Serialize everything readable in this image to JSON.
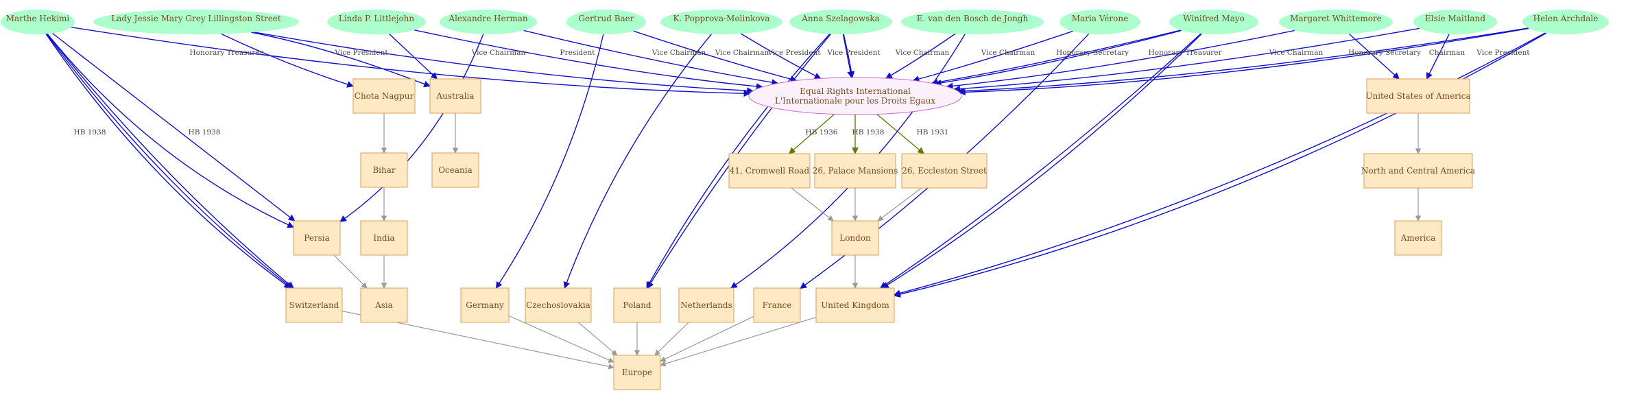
{
  "colors": {
    "person_fill": "#aaffcc",
    "org_fill": "#fdf0fd",
    "org_stroke": "#cc66cc",
    "place_fill": "#ffe9c5",
    "place_stroke": "#d9a05a",
    "person_edge": "#1010cc",
    "address_edge": "#667700",
    "place_edge": "#999999",
    "text": "#7a4a1a",
    "label": "#444444"
  },
  "organization": {
    "id": "eri",
    "lines": [
      "Equal Rights International",
      "L'Internationale pour les Droits Egaux"
    ]
  },
  "people": [
    {
      "id": "hekimi",
      "name": "Marthe Hekimi"
    },
    {
      "id": "street",
      "name": "Lady Jessie Mary Grey Lillingston Street"
    },
    {
      "id": "littlejohn",
      "name": "Linda P. Littlejohn"
    },
    {
      "id": "herman",
      "name": "Alexandre Herman"
    },
    {
      "id": "baer",
      "name": "Gertrud Baer"
    },
    {
      "id": "popprova",
      "name": "K. Popprova-Molinkova"
    },
    {
      "id": "szelagowska",
      "name": "Anna Szelagowska"
    },
    {
      "id": "bosch",
      "name": "E. van den Bosch de Jongh"
    },
    {
      "id": "verone",
      "name": "Maria Vérone"
    },
    {
      "id": "mayo",
      "name": "Winifred Mayo"
    },
    {
      "id": "whittemore",
      "name": "Margaret Whittemore"
    },
    {
      "id": "maitland",
      "name": "Elsie Maitland"
    },
    {
      "id": "archdale",
      "name": "Helen Archdale"
    }
  ],
  "places": [
    {
      "id": "chota",
      "name": "Chota Nagpur"
    },
    {
      "id": "australia",
      "name": "Australia"
    },
    {
      "id": "bihar",
      "name": "Bihar"
    },
    {
      "id": "oceania",
      "name": "Oceania"
    },
    {
      "id": "persia",
      "name": "Persia"
    },
    {
      "id": "india",
      "name": "India"
    },
    {
      "id": "switzerland",
      "name": "Switzerland"
    },
    {
      "id": "asia",
      "name": "Asia"
    },
    {
      "id": "germany",
      "name": "Germany"
    },
    {
      "id": "czech",
      "name": "Czechoslovakia"
    },
    {
      "id": "poland",
      "name": "Poland"
    },
    {
      "id": "netherlands",
      "name": "Netherlands"
    },
    {
      "id": "france",
      "name": "France"
    },
    {
      "id": "uk",
      "name": "United Kingdom"
    },
    {
      "id": "europe",
      "name": "Europe"
    },
    {
      "id": "cromwell",
      "name": "41, Cromwell Road"
    },
    {
      "id": "palace",
      "name": "26, Palace Mansions"
    },
    {
      "id": "eccleston",
      "name": "26, Eccleston Street"
    },
    {
      "id": "london",
      "name": "London"
    },
    {
      "id": "usa",
      "name": "United States of America"
    },
    {
      "id": "nca",
      "name": "North and Central America"
    },
    {
      "id": "america",
      "name": "America"
    }
  ],
  "edges": [
    {
      "from": "hekimi",
      "to": "eri",
      "label": "Honorary Treasurer",
      "kind": "person"
    },
    {
      "from": "street",
      "to": "eri",
      "label": "Vice President",
      "kind": "person"
    },
    {
      "from": "littlejohn",
      "to": "eri",
      "label": "Vice Chairman",
      "kind": "person"
    },
    {
      "from": "herman",
      "to": "eri",
      "label": "President",
      "kind": "person"
    },
    {
      "from": "baer",
      "to": "eri",
      "label": "Vice Chairman",
      "kind": "person"
    },
    {
      "from": "popprova",
      "to": "eri",
      "label": "Vice Chairman",
      "kind": "person"
    },
    {
      "from": "szelagowska",
      "to": "eri",
      "label": "Vice President",
      "kind": "person"
    },
    {
      "from": "szelagowska",
      "to": "eri",
      "label": "Vice President",
      "kind": "person"
    },
    {
      "from": "bosch",
      "to": "eri",
      "label": "Vice Chairman",
      "kind": "person"
    },
    {
      "from": "verone",
      "to": "eri",
      "label": "Vice Chairman",
      "kind": "person"
    },
    {
      "from": "mayo",
      "to": "eri",
      "label": "Honorary Secretary",
      "kind": "person"
    },
    {
      "from": "mayo",
      "to": "eri",
      "label": "Honorary Treasurer",
      "kind": "person"
    },
    {
      "from": "whittemore",
      "to": "eri",
      "label": "Vice Chairman",
      "kind": "person"
    },
    {
      "from": "maitland",
      "to": "eri",
      "label": "Honorary Secretary",
      "kind": "person"
    },
    {
      "from": "archdale",
      "to": "eri",
      "label": "Chairman",
      "kind": "person"
    },
    {
      "from": "archdale",
      "to": "eri",
      "label": "Vice President",
      "kind": "person"
    },
    {
      "from": "eri",
      "to": "cromwell",
      "label": "HB 1936",
      "kind": "address"
    },
    {
      "from": "eri",
      "to": "palace",
      "label": "HB 1938",
      "kind": "address"
    },
    {
      "from": "eri",
      "to": "eccleston",
      "label": "HB 1931",
      "kind": "address"
    },
    {
      "from": "hekimi",
      "to": "persia",
      "label": "HB 1938",
      "kind": "person"
    },
    {
      "from": "hekimi",
      "to": "persia",
      "label": "HB 1938",
      "kind": "person"
    },
    {
      "from": "hekimi",
      "to": "switzerland",
      "label": "",
      "kind": "person"
    },
    {
      "from": "hekimi",
      "to": "switzerland",
      "label": "",
      "kind": "person"
    },
    {
      "from": "hekimi",
      "to": "switzerland",
      "label": "",
      "kind": "person"
    },
    {
      "from": "street",
      "to": "chota",
      "label": "",
      "kind": "person"
    },
    {
      "from": "street",
      "to": "australia",
      "label": "",
      "kind": "person"
    },
    {
      "from": "littlejohn",
      "to": "australia",
      "label": "",
      "kind": "person"
    },
    {
      "from": "herman",
      "to": "persia",
      "label": "",
      "kind": "person"
    },
    {
      "from": "baer",
      "to": "germany",
      "label": "",
      "kind": "person"
    },
    {
      "from": "popprova",
      "to": "czech",
      "label": "",
      "kind": "person"
    },
    {
      "from": "szelagowska",
      "to": "poland",
      "label": "",
      "kind": "person"
    },
    {
      "from": "szelagowska",
      "to": "poland",
      "label": "",
      "kind": "person"
    },
    {
      "from": "bosch",
      "to": "netherlands",
      "label": "",
      "kind": "person"
    },
    {
      "from": "verone",
      "to": "france",
      "label": "",
      "kind": "person"
    },
    {
      "from": "mayo",
      "to": "uk",
      "label": "",
      "kind": "person"
    },
    {
      "from": "mayo",
      "to": "uk",
      "label": "",
      "kind": "person"
    },
    {
      "from": "archdale",
      "to": "uk",
      "label": "",
      "kind": "person"
    },
    {
      "from": "archdale",
      "to": "uk",
      "label": "",
      "kind": "person"
    },
    {
      "from": "whittemore",
      "to": "usa",
      "label": "",
      "kind": "person"
    },
    {
      "from": "maitland",
      "to": "usa",
      "label": "",
      "kind": "person"
    },
    {
      "from": "chota",
      "to": "bihar",
      "label": "",
      "kind": "place"
    },
    {
      "from": "bihar",
      "to": "india",
      "label": "",
      "kind": "place"
    },
    {
      "from": "india",
      "to": "asia",
      "label": "",
      "kind": "place"
    },
    {
      "from": "persia",
      "to": "asia",
      "label": "",
      "kind": "place"
    },
    {
      "from": "australia",
      "to": "oceania",
      "label": "",
      "kind": "place"
    },
    {
      "from": "cromwell",
      "to": "london",
      "label": "",
      "kind": "place"
    },
    {
      "from": "palace",
      "to": "london",
      "label": "",
      "kind": "place"
    },
    {
      "from": "eccleston",
      "to": "london",
      "label": "",
      "kind": "place"
    },
    {
      "from": "london",
      "to": "uk",
      "label": "",
      "kind": "place"
    },
    {
      "from": "switzerland",
      "to": "europe",
      "label": "",
      "kind": "place"
    },
    {
      "from": "germany",
      "to": "europe",
      "label": "",
      "kind": "place"
    },
    {
      "from": "czech",
      "to": "europe",
      "label": "",
      "kind": "place"
    },
    {
      "from": "poland",
      "to": "europe",
      "label": "",
      "kind": "place"
    },
    {
      "from": "netherlands",
      "to": "europe",
      "label": "",
      "kind": "place"
    },
    {
      "from": "france",
      "to": "europe",
      "label": "",
      "kind": "place"
    },
    {
      "from": "uk",
      "to": "europe",
      "label": "",
      "kind": "place"
    },
    {
      "from": "usa",
      "to": "nca",
      "label": "",
      "kind": "place"
    },
    {
      "from": "nca",
      "to": "america",
      "label": "",
      "kind": "place"
    }
  ]
}
